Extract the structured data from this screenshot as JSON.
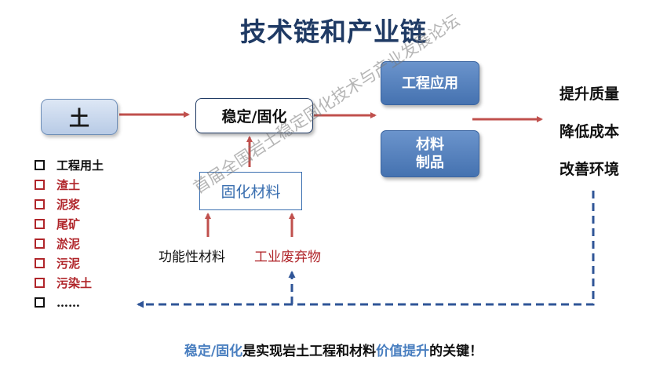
{
  "title": "技术链和产业链",
  "soil_box": "土",
  "stabilize_box": "稳定/固化",
  "materials_box": "固化材料",
  "engineering_app": "工程应用",
  "products": {
    "line1": "材料",
    "line2": "制品"
  },
  "outcomes": [
    "提升质量",
    "降低成本",
    "改善环境"
  ],
  "soil_types": [
    {
      "label": "工程用土",
      "color": "#111111"
    },
    {
      "label": "渣土",
      "color": "#b0252a"
    },
    {
      "label": "泥浆",
      "color": "#b0252a"
    },
    {
      "label": "尾矿",
      "color": "#b0252a"
    },
    {
      "label": "淤泥",
      "color": "#b0252a"
    },
    {
      "label": "污泥",
      "color": "#b0252a"
    },
    {
      "label": "污染土",
      "color": "#b0252a"
    },
    {
      "label": "……",
      "color": "#111111"
    }
  ],
  "inputs": {
    "functional": "功能性材料",
    "industrial_waste": "工业废弃物"
  },
  "bottom_line": {
    "part1": "稳定/固化",
    "part2": "是实现岩土工程和材料",
    "part3": "价值提升",
    "part4": "的关键！"
  },
  "watermark": "首届全国岩土稳定固化技术与产业发展论坛",
  "colors": {
    "title": "#1f3a64",
    "arrow_red": "#c0504d",
    "dash_blue": "#2f5597",
    "box_blue": "#4f81bd",
    "highlight": "#4a7fc0"
  }
}
